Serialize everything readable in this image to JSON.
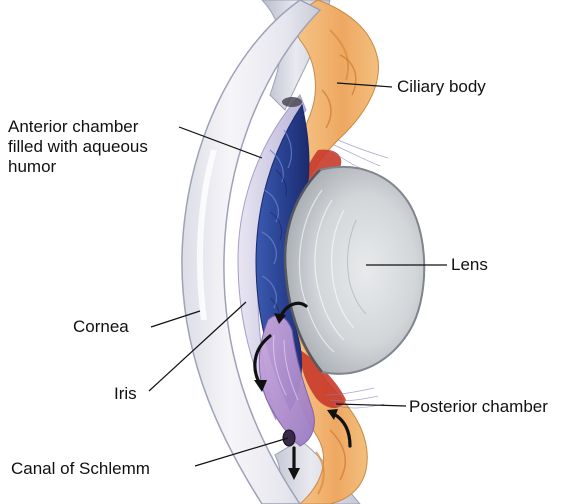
{
  "labels": {
    "ciliary_body": "Ciliary body",
    "anterior_chamber": [
      "Anterior chamber",
      "filled with aqueous",
      "humor"
    ],
    "lens": "Lens",
    "cornea": "Cornea",
    "iris": "Iris",
    "posterior_chamber": "Posterior chamber",
    "canal_of_schlemm": "Canal of Schlemm"
  },
  "colors": {
    "cornea_fill": "#eeeef3",
    "cornea_edge": "#9ea2b8",
    "aqueous_lavender": "#c9c4de",
    "iris_blue": "#2d4a9a",
    "iris_dark": "#1a2a6a",
    "ciliary_orange": "#f0b070",
    "ciliary_red": "#c83a2a",
    "lens_gray": "#d6d9dc",
    "flow_arrow": "#111111",
    "leader_line": "#111111"
  }
}
